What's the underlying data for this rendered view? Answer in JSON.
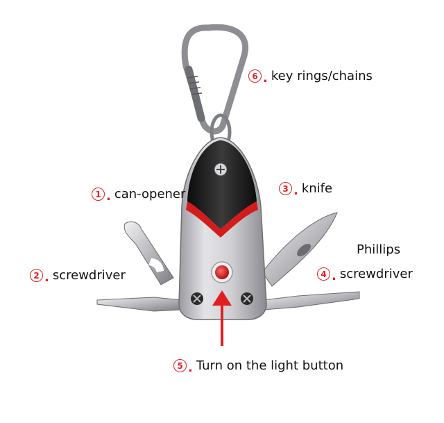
{
  "callouts": {
    "key_rings": {
      "number": "6",
      "label": "key rings/chains"
    },
    "can_opener": {
      "number": "1",
      "label": "can-opener"
    },
    "knife": {
      "number": "3",
      "label": "knife"
    },
    "phillips": {
      "number": "4",
      "label_top": "Phillips",
      "label": "screwdriver"
    },
    "screwdriver": {
      "number": "2",
      "label": "screwdriver"
    },
    "light_button": {
      "number": "5",
      "label": "Turn on the light button"
    }
  },
  "colors": {
    "accent": "#e02020",
    "body_silver": "#c8c8cc",
    "cap_black": "#1a1a1a",
    "band_red": "#d41c1c",
    "carabiner": "#8c8e92"
  }
}
